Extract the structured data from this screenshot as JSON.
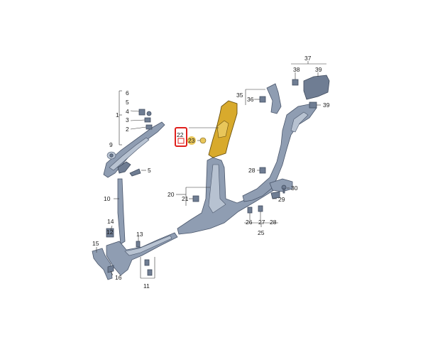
{
  "diagram": {
    "labels": {
      "l1": "1",
      "l2": "2",
      "l3": "3",
      "l4": "4",
      "l5a": "5",
      "l6": "6",
      "l9": "9",
      "l5b": "5",
      "l10": "10",
      "l11": "11",
      "l12": "12",
      "l13": "13",
      "l14": "14",
      "l15": "15",
      "l16": "16",
      "l20": "20",
      "l21": "21",
      "l22": "22",
      "l23": "23",
      "l25": "25",
      "l26": "26",
      "l27": "27",
      "l28a": "28",
      "l28b": "28",
      "l29": "29",
      "l30": "30",
      "l35": "35",
      "l36": "36",
      "l37": "37",
      "l38": "38",
      "l39a": "39",
      "l39b": "39"
    },
    "colors": {
      "part": "#8f9db2",
      "highlight": "#d8aa2c",
      "marker": "#e0201c"
    }
  }
}
